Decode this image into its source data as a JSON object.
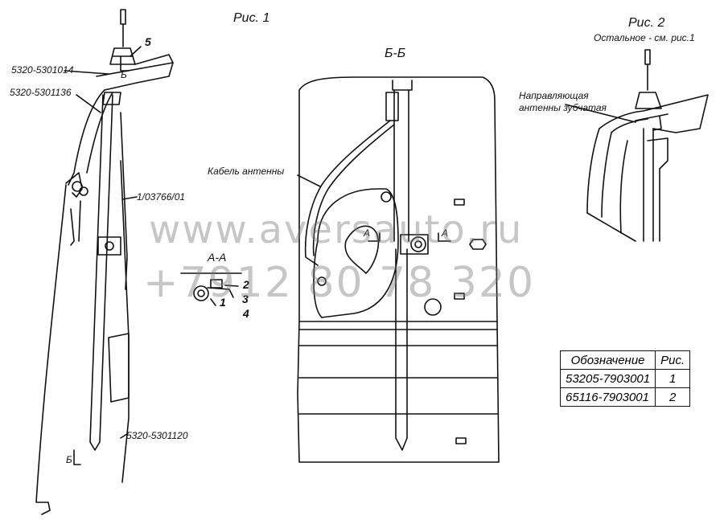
{
  "figures": {
    "fig1": "Рис. 1",
    "fig2": "Рис. 2",
    "fig2_note": "Остальное - см. рис.1",
    "section_bb": "Б-Б",
    "section_aa": "А-А"
  },
  "part_labels": {
    "p5320_5301014": "5320-5301014",
    "p5320_5301136": "5320-5301136",
    "p1_03766_01": "1/03766/01",
    "p5320_5301120": "5320-5301120"
  },
  "callouts": {
    "n5": "5",
    "n1": "1",
    "n2": "2",
    "n3": "3",
    "n4": "4",
    "b_top": "Б",
    "b_bottom": "Б",
    "a_left": "А",
    "a_right": "А"
  },
  "annotations": {
    "cable": "Кабель антенны",
    "guide_line1": "Направляющая",
    "guide_line2": "антенны зубчатая"
  },
  "watermark": {
    "line1": "www.aversauto.ru",
    "line2": "+7912 80 78 320"
  },
  "table": {
    "headers": [
      "Обозначение",
      "Рис."
    ],
    "rows": [
      [
        "53205-7903001",
        "1"
      ],
      [
        "65116-7903001",
        "2"
      ]
    ]
  }
}
